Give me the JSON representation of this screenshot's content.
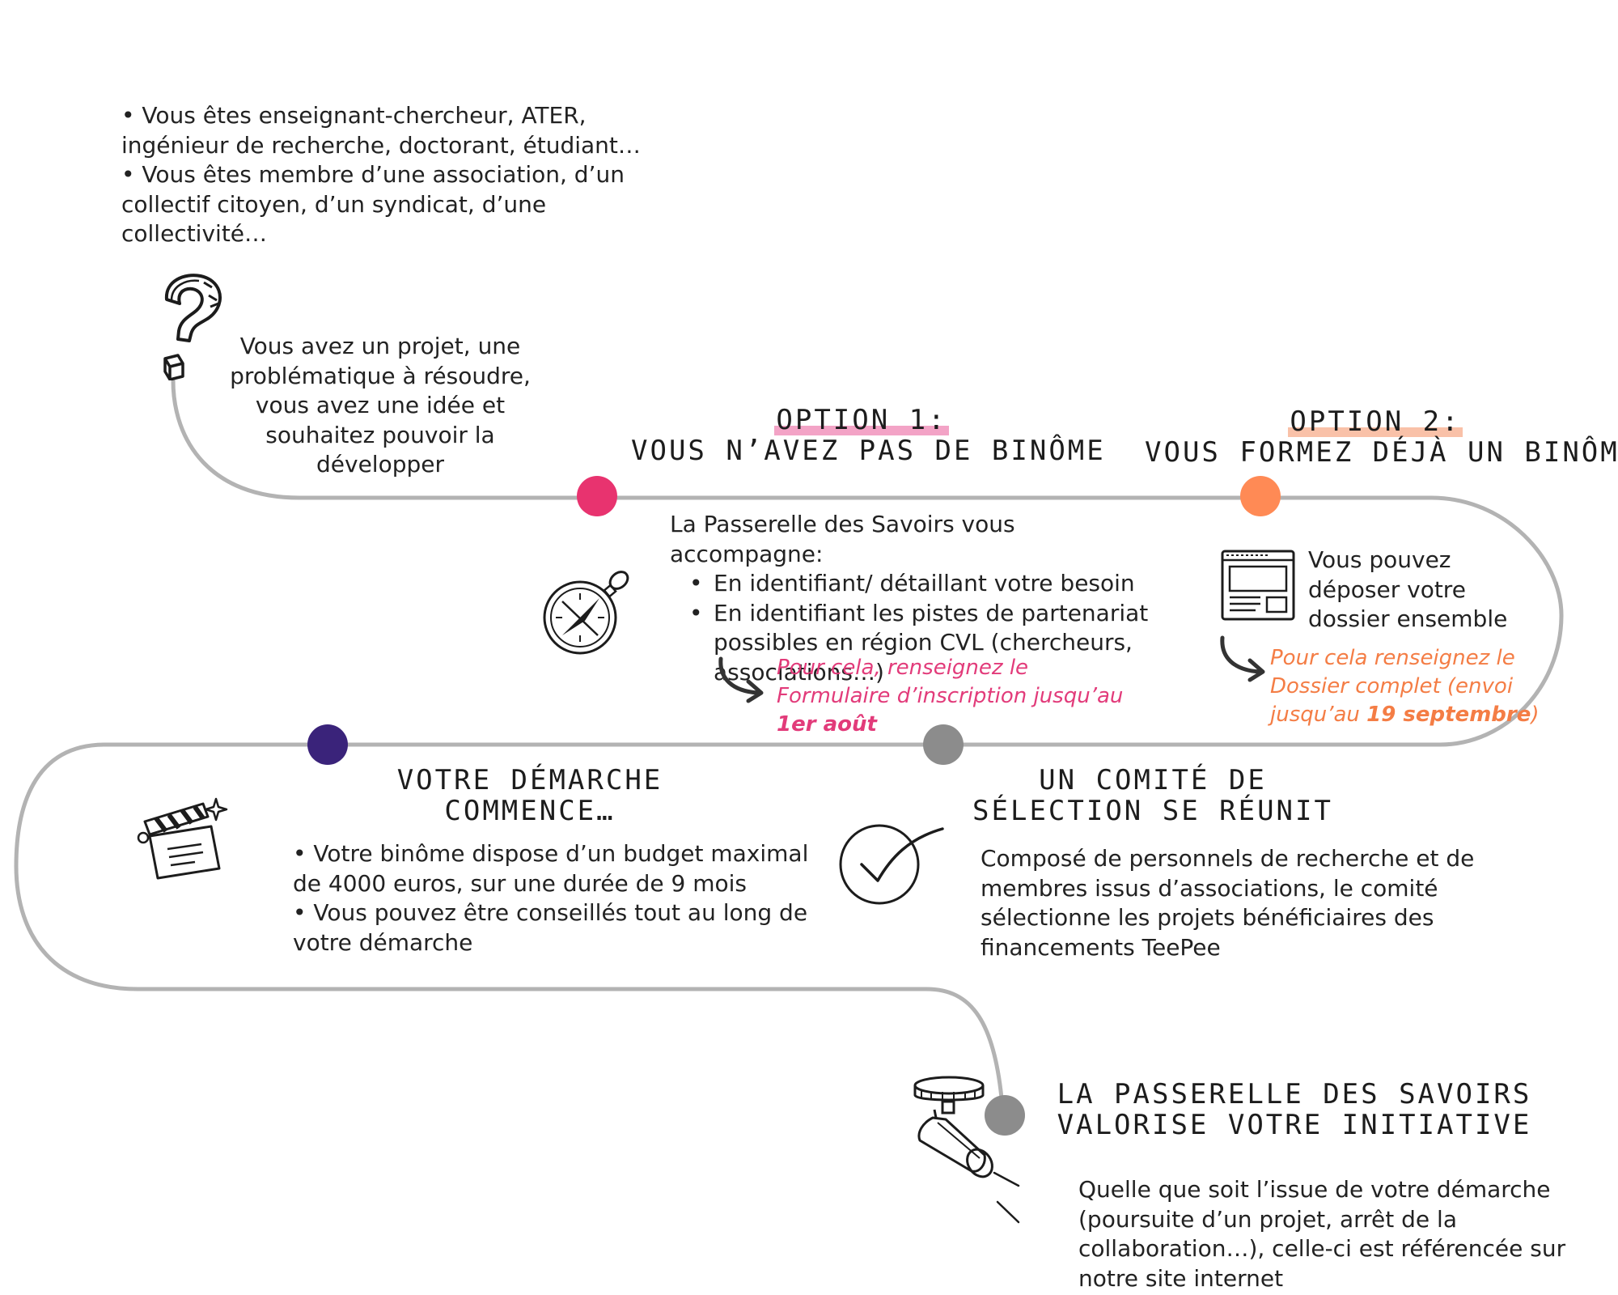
{
  "colors": {
    "path": "#b3b3b3",
    "dot_option1": "#e8336f",
    "dot_option2": "#ff8a55",
    "dot_demarche": "#3a237a",
    "dot_comite": "#8c8c8c",
    "dot_valorise": "#8c8c8c",
    "highlight_option1": "#f3a3c6",
    "highlight_option2": "#f9c1a8",
    "note_pink": "#e23b7a",
    "note_orange": "#f47d45"
  },
  "intro": {
    "lines": [
      "• Vous êtes enseignant-chercheur, ATER,",
      "ingénieur de recherche, doctorant, étudiant…",
      "• Vous êtes membre d’une association, d’un",
      "collectif citoyen, d’un syndicat, d’une",
      "collectivité…"
    ]
  },
  "projet": {
    "lines": [
      "Vous avez un projet, une",
      "problématique à résoudre,",
      "vous avez une idée et",
      "souhaitez pouvoir la",
      "développer"
    ]
  },
  "option1": {
    "label": "OPTION 1:",
    "title": "VOUS N’AVEZ PAS DE BINÔME",
    "intro": "La Passerelle des Savoirs vous accompagne:",
    "bullets": [
      "En identifiant/ détaillant votre besoin",
      "En identifiant les pistes de partenariat possibles en région CVL (chercheurs, associations…)"
    ],
    "bullet2_lines": [
      "En identifiant les pistes de partenariat",
      "possibles en région CVL (chercheurs,",
      "associations…)"
    ],
    "note_lines": [
      "Pour cela, renseignez le",
      "Formulaire d’inscription jusqu’au"
    ],
    "note_date": "1er août"
  },
  "option2": {
    "label": "OPTION 2:",
    "title": "VOUS FORMEZ DÉJÀ UN BINÔME",
    "text_lines": [
      "Vous pouvez",
      "déposer votre",
      "dossier ensemble"
    ],
    "note_lines": [
      "Pour cela renseignez le",
      "Dossier complet (envoi"
    ],
    "note_prefix": "jusqu’au ",
    "note_date": "19 septembre",
    "note_suffix": ")"
  },
  "demarche": {
    "title_lines": [
      "VOTRE DÉMARCHE",
      "COMMENCE…"
    ],
    "lines": [
      "• Votre binôme dispose d’un budget maximal",
      "de 4000 euros, sur une durée de 9 mois",
      "• Vous pouvez être conseillés tout au long de",
      "votre démarche"
    ]
  },
  "comite": {
    "title_lines": [
      "UN COMITÉ DE",
      "SÉLECTION SE RÉUNIT"
    ],
    "lines": [
      "Composé de personnels de recherche et de",
      "membres issus d’associations, le comité",
      "sélectionne les projets bénéficiaires des",
      "financements TeePee"
    ]
  },
  "valorise": {
    "title_lines": [
      "LA PASSERELLE DES SAVOIRS",
      "VALORISE VOTRE INITIATIVE"
    ],
    "lines": [
      "Quelle que soit l’issue de votre démarche",
      "(poursuite d’un projet, arrêt de la",
      "collaboration…), celle-ci est référencée sur",
      "notre site internet"
    ]
  },
  "icons": {
    "start": "question-mark-icon",
    "option1": "compass-icon",
    "option2": "web-form-icon",
    "demarche": "clapperboard-icon",
    "comite": "checkmark-circle-icon",
    "valorise": "spotlight-icon",
    "arrows": "curved-arrow-icon"
  }
}
